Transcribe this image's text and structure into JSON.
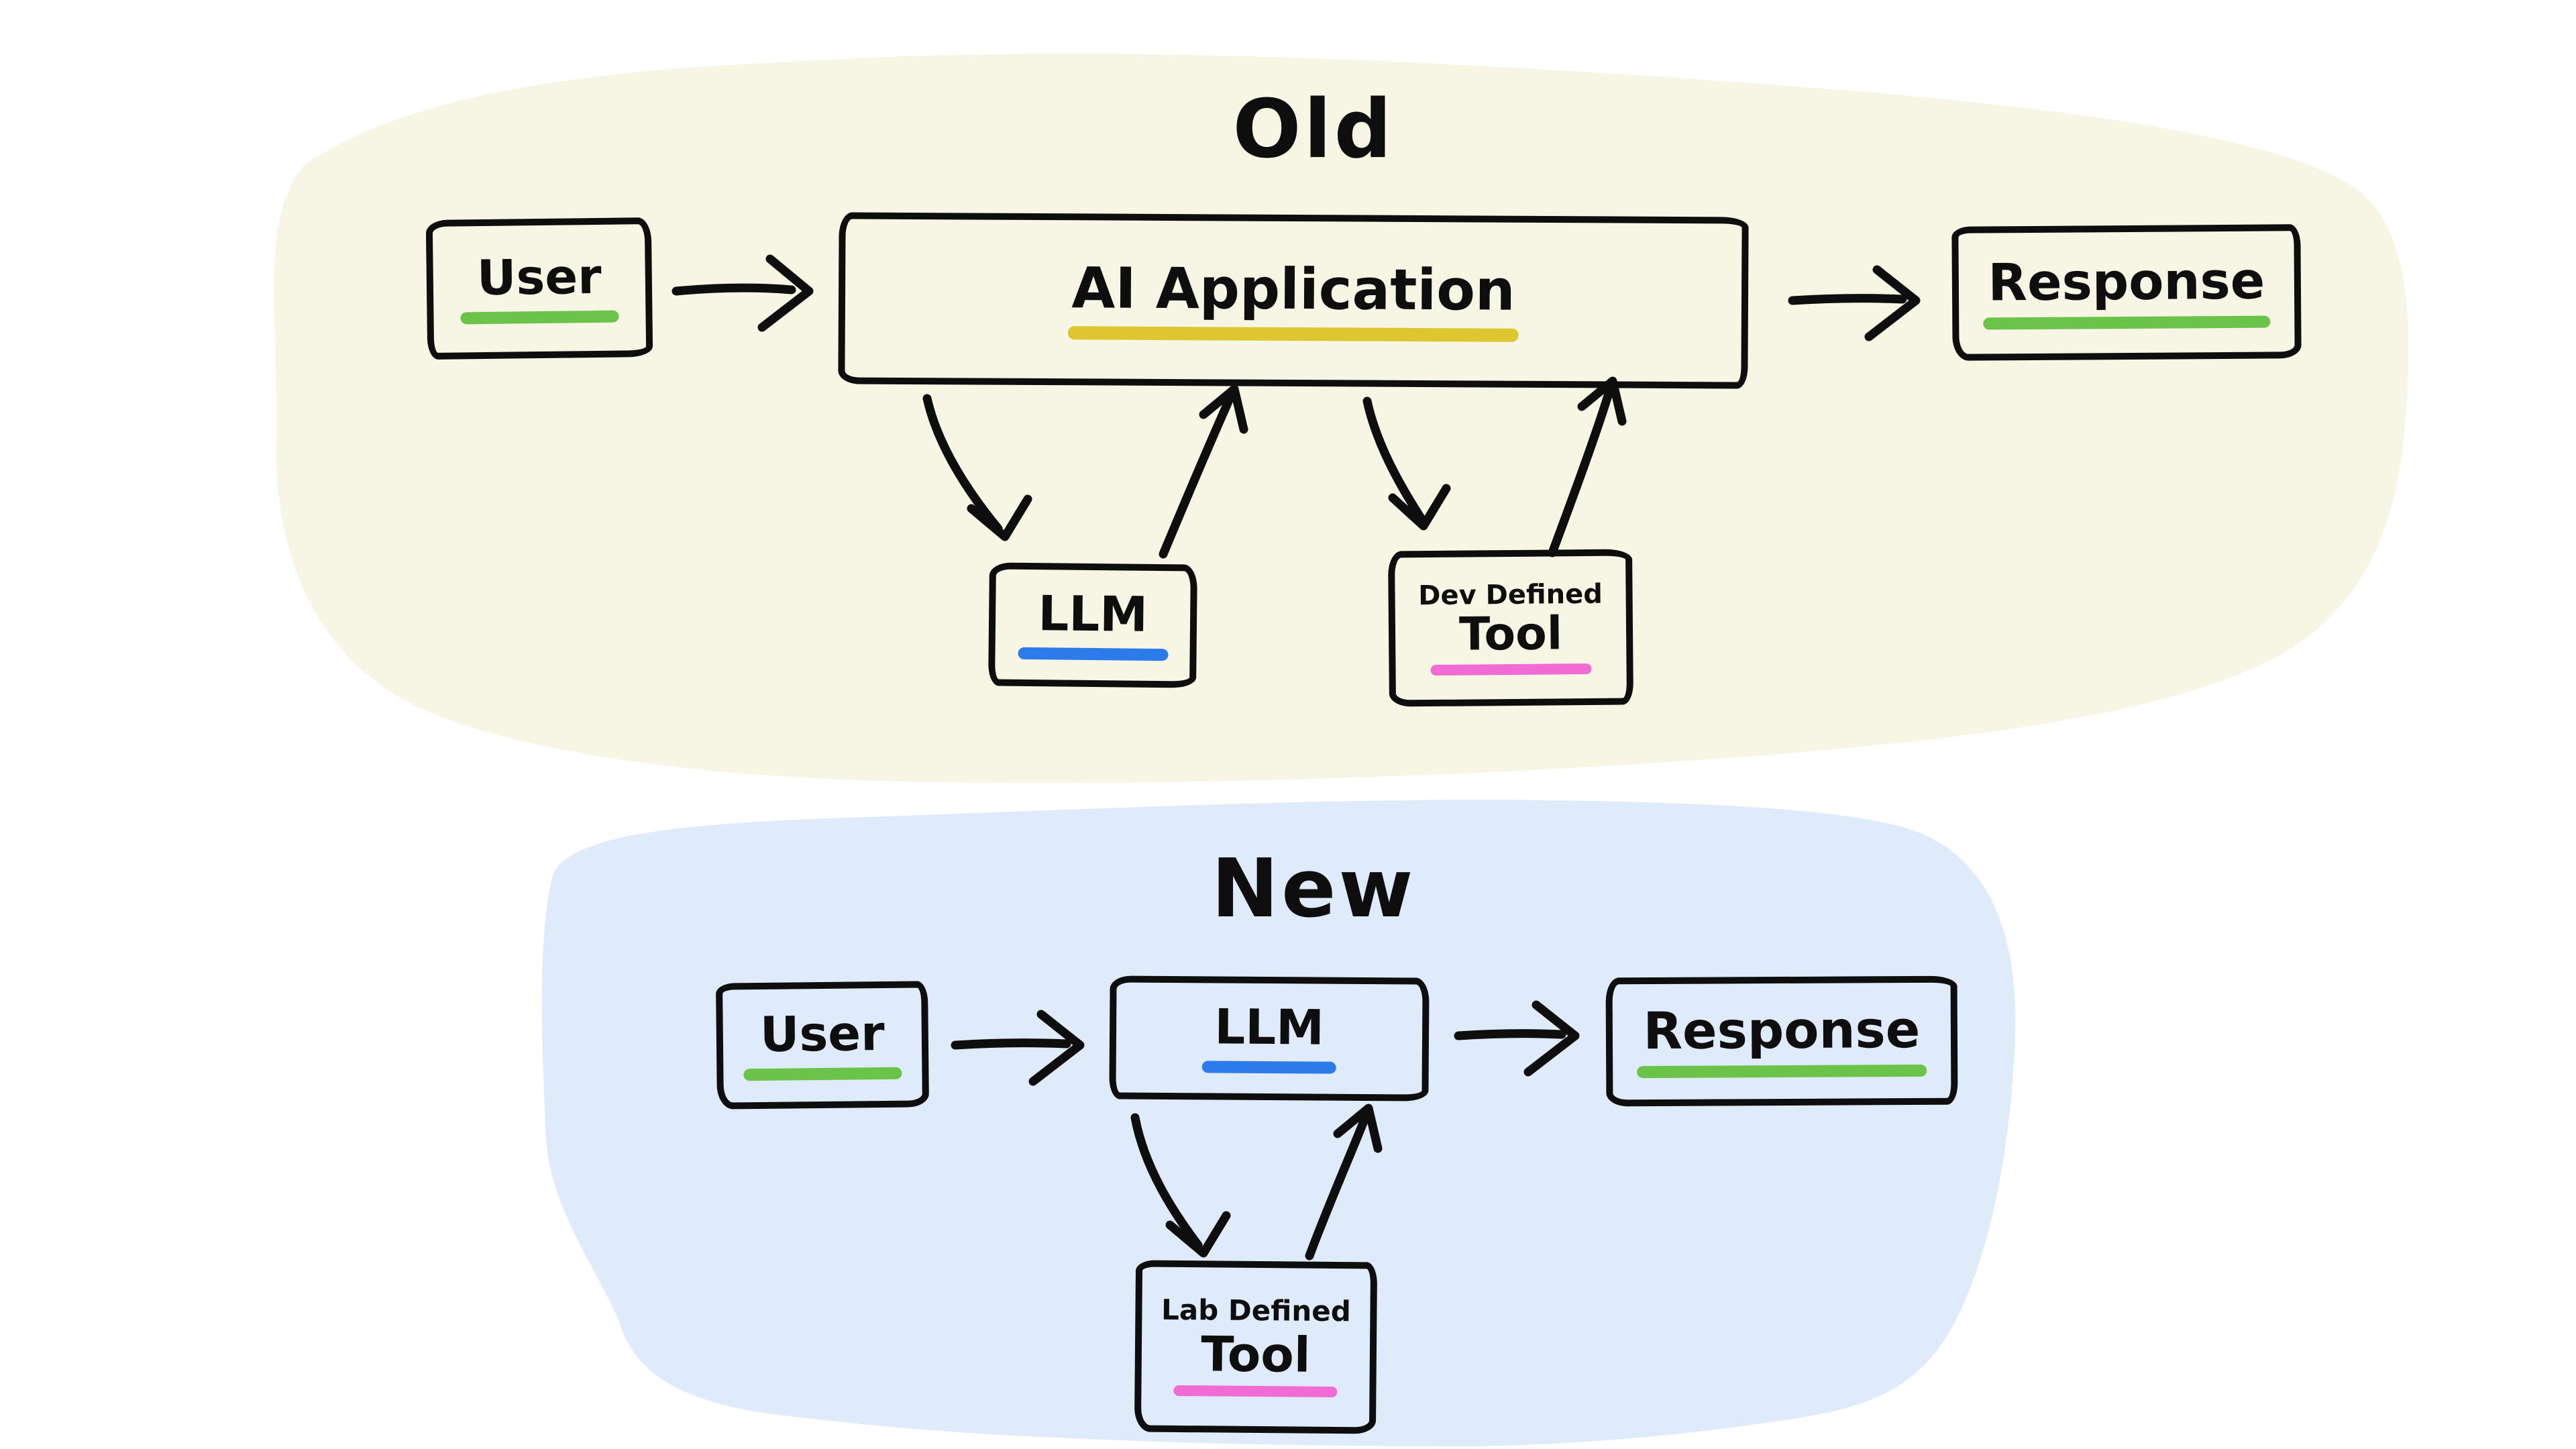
{
  "colors": {
    "page_bg": "#ffffff",
    "ink": "#0e0e0e"
  },
  "old_section": {
    "title": "Old",
    "bg": "#f7f5e4",
    "nodes": {
      "user": {
        "label": "User",
        "underline": "#6cc34a"
      },
      "ai_application": {
        "label": "AI Application",
        "underline": "#ddc62f"
      },
      "response": {
        "label": "Response",
        "underline": "#6cc34a"
      },
      "llm": {
        "label": "LLM",
        "underline": "#2d7beb"
      },
      "tool": {
        "label_top": "Dev Defined",
        "label": "Tool",
        "underline": "#f06cd4"
      }
    }
  },
  "new_section": {
    "title": "New",
    "bg": "#dfeafa",
    "nodes": {
      "user": {
        "label": "User",
        "underline": "#6cc34a"
      },
      "llm": {
        "label": "LLM",
        "underline": "#2d7beb"
      },
      "response": {
        "label": "Response",
        "underline": "#6cc34a"
      },
      "tool": {
        "label_top": "Lab Defined",
        "label": "Tool",
        "underline": "#f06cd4"
      }
    }
  }
}
